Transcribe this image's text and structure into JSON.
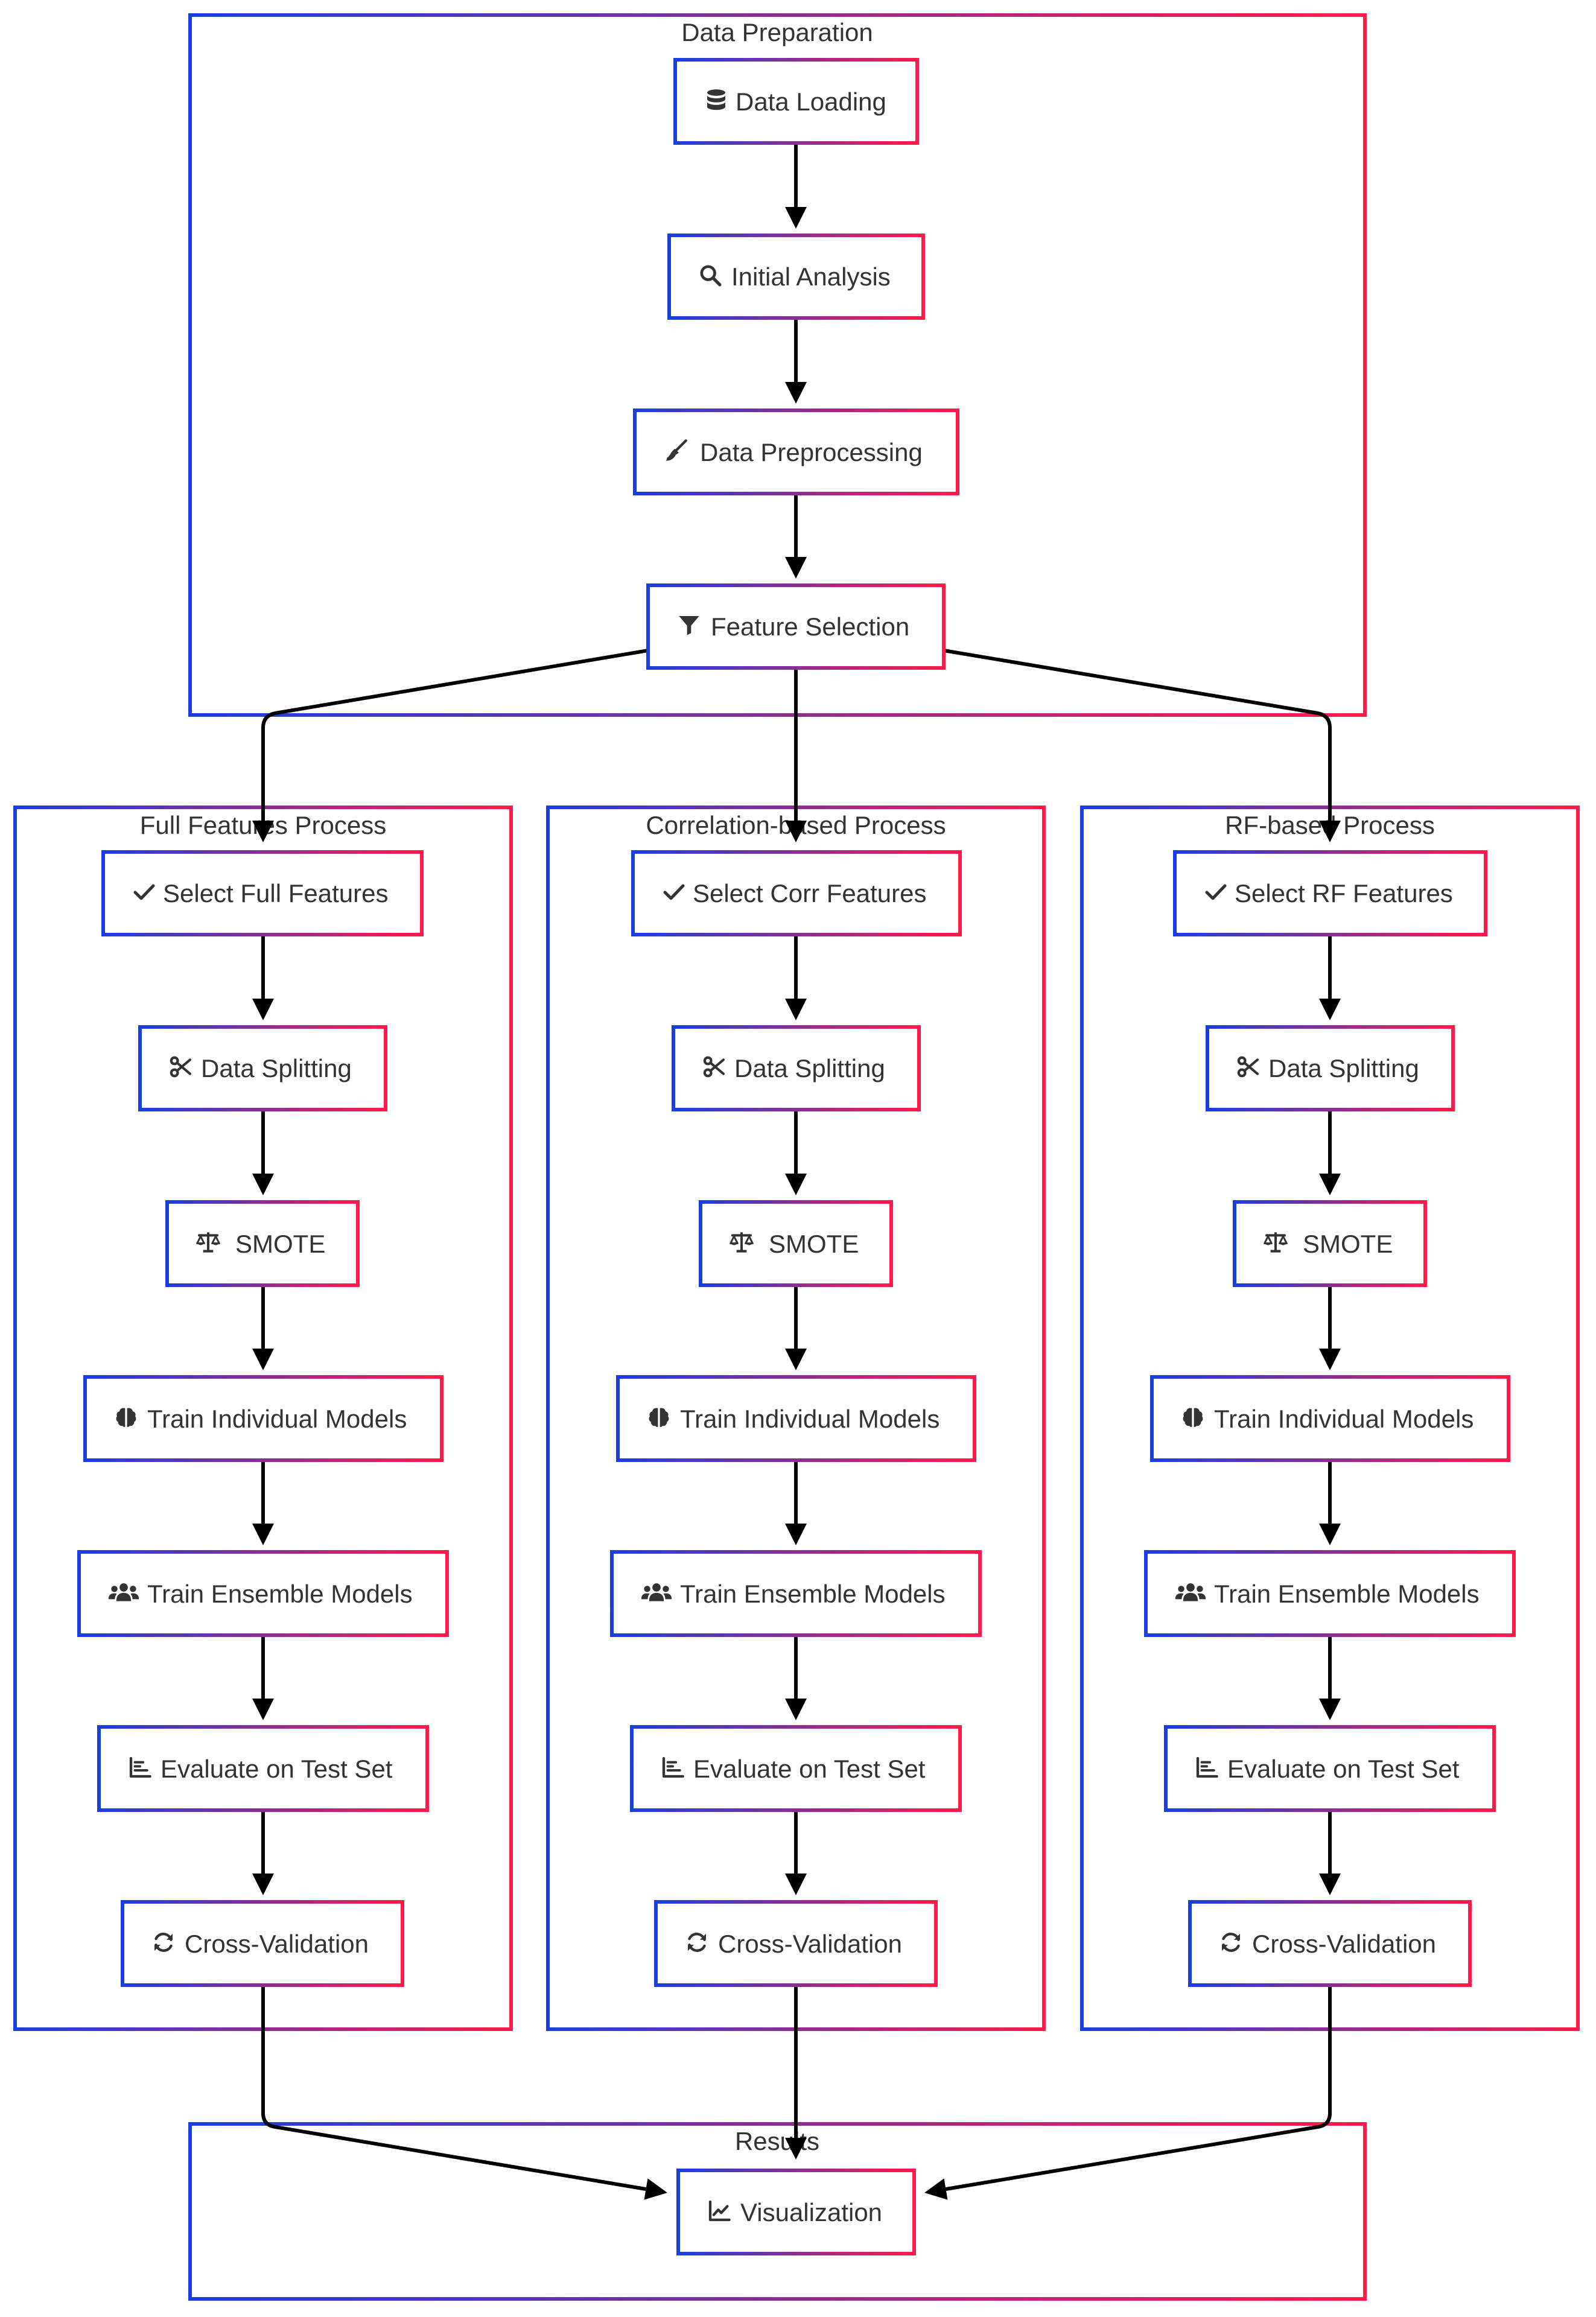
{
  "colors": {
    "border_start": "#1a3fe0",
    "border_end": "#ff1a4a",
    "text": "#333333",
    "edge": "#000000",
    "background": "#ffffff"
  },
  "groups": {
    "prep": {
      "title": "Data Preparation"
    },
    "full": {
      "title": "Full Features Process"
    },
    "corr": {
      "title": "Correlation-based Process"
    },
    "rf": {
      "title": "RF-based Process"
    },
    "results": {
      "title": "Results"
    }
  },
  "nodes": {
    "data_loading": {
      "label": "Data Loading",
      "icon": "database-icon"
    },
    "initial_analysis": {
      "label": "Initial Analysis",
      "icon": "search-icon"
    },
    "data_preprocessing": {
      "label": "Data Preprocessing",
      "icon": "broom-icon"
    },
    "feature_selection": {
      "label": "Feature Selection",
      "icon": "filter-icon"
    },
    "full": {
      "select": {
        "label": "Select Full Features",
        "icon": "check-icon"
      },
      "split": {
        "label": "Data Splitting",
        "icon": "scissors-icon"
      },
      "smote": {
        "label": "SMOTE",
        "icon": "balance-scale-icon"
      },
      "individual": {
        "label": "Train Individual Models",
        "icon": "brain-icon"
      },
      "ensemble": {
        "label": "Train Ensemble Models",
        "icon": "users-icon"
      },
      "evaluate": {
        "label": "Evaluate on Test Set",
        "icon": "bar-chart-icon"
      },
      "cv": {
        "label": "Cross-Validation",
        "icon": "sync-icon"
      }
    },
    "corr": {
      "select": {
        "label": "Select Corr Features",
        "icon": "check-icon"
      },
      "split": {
        "label": "Data Splitting",
        "icon": "scissors-icon"
      },
      "smote": {
        "label": "SMOTE",
        "icon": "balance-scale-icon"
      },
      "individual": {
        "label": "Train Individual Models",
        "icon": "brain-icon"
      },
      "ensemble": {
        "label": "Train Ensemble Models",
        "icon": "users-icon"
      },
      "evaluate": {
        "label": "Evaluate on Test Set",
        "icon": "bar-chart-icon"
      },
      "cv": {
        "label": "Cross-Validation",
        "icon": "sync-icon"
      }
    },
    "rf": {
      "select": {
        "label": "Select RF Features",
        "icon": "check-icon"
      },
      "split": {
        "label": "Data Splitting",
        "icon": "scissors-icon"
      },
      "smote": {
        "label": "SMOTE",
        "icon": "balance-scale-icon"
      },
      "individual": {
        "label": "Train Individual Models",
        "icon": "brain-icon"
      },
      "ensemble": {
        "label": "Train Ensemble Models",
        "icon": "users-icon"
      },
      "evaluate": {
        "label": "Evaluate on Test Set",
        "icon": "bar-chart-icon"
      },
      "cv": {
        "label": "Cross-Validation",
        "icon": "sync-icon"
      }
    },
    "visualization": {
      "label": "Visualization",
      "icon": "line-chart-icon"
    }
  }
}
